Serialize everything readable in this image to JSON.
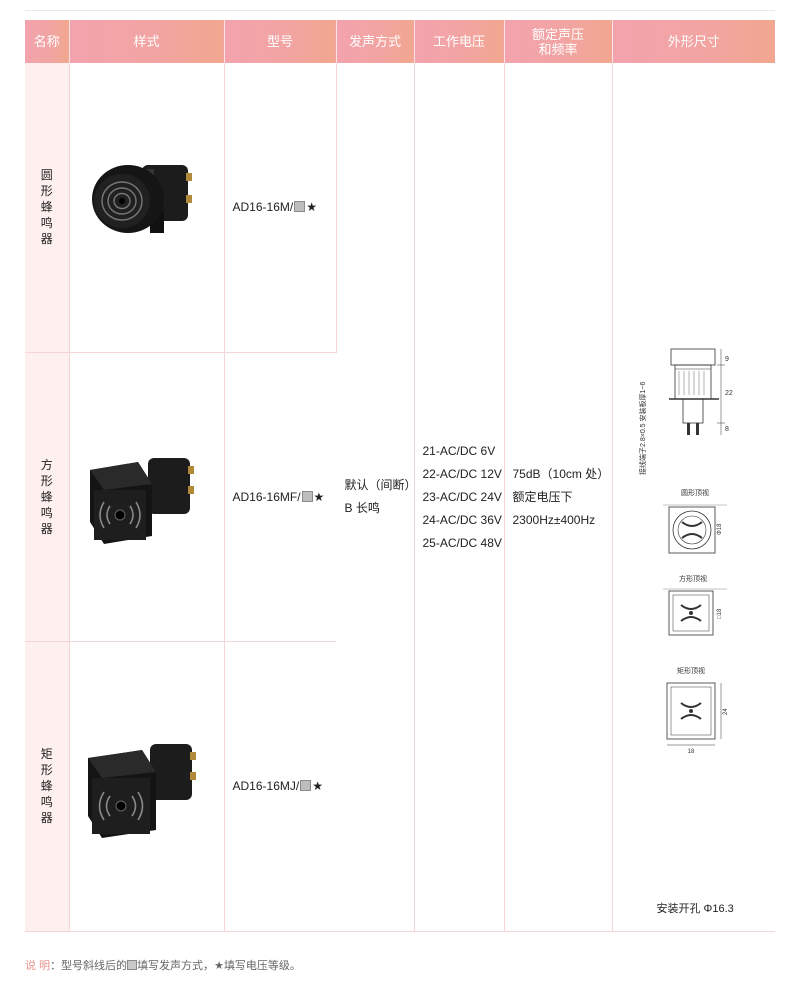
{
  "headers": {
    "name": "名称",
    "style": "样式",
    "model": "型号",
    "sound_mode": "发声方式",
    "voltage": "工作电压",
    "rating_line1": "额定声压",
    "rating_line2": "和频率",
    "dimensions": "外形尺寸"
  },
  "rows": [
    {
      "name_chars": [
        "圆",
        "形",
        "蜂",
        "鸣",
        "器"
      ],
      "model_prefix": "AD16-16M/",
      "model_star": "★"
    },
    {
      "name_chars": [
        "方",
        "形",
        "蜂",
        "鸣",
        "器"
      ],
      "model_prefix": "AD16-16MF/",
      "model_star": "★"
    },
    {
      "name_chars": [
        "矩",
        "形",
        "蜂",
        "鸣",
        "器"
      ],
      "model_prefix": "AD16-16MJ/",
      "model_star": "★"
    }
  ],
  "sound_mode": [
    "默认（间断）",
    "B 长鸣"
  ],
  "voltages": [
    "21-AC/DC 6V",
    "22-AC/DC 12V",
    "23-AC/DC 24V",
    "24-AC/DC 36V",
    "25-AC/DC 48V"
  ],
  "rating": [
    "75dB（10cm 处）",
    "额定电压下",
    "2300Hz±400Hz"
  ],
  "drawings": {
    "side_label": "接线端子2.8×0.5 安装板厚1~6",
    "side_dim_top": "9",
    "side_dim_mid": "22",
    "side_dim_bottom": "8",
    "round_title": "圆形顶视",
    "round_dim": "Φ18",
    "square_title": "方形顶视",
    "square_dim": "□18",
    "rect_title": "矩形顶视",
    "rect_dim_h": "24",
    "rect_dim_w": "18"
  },
  "install_hole": "安装开孔 Φ16.3",
  "note": {
    "lead": "说 明",
    "part1": "：型号斜线后的",
    "part2": "填写发声方式，",
    "star": "★",
    "part3": "填写电压等级。"
  },
  "colors": {
    "header_gradient_start": "#f2a3ad",
    "header_gradient_end": "#f1a78f",
    "name_column_bg": "#fdf0ef",
    "name_text": "#e8958f",
    "grid_line": "#f4d6d6"
  }
}
